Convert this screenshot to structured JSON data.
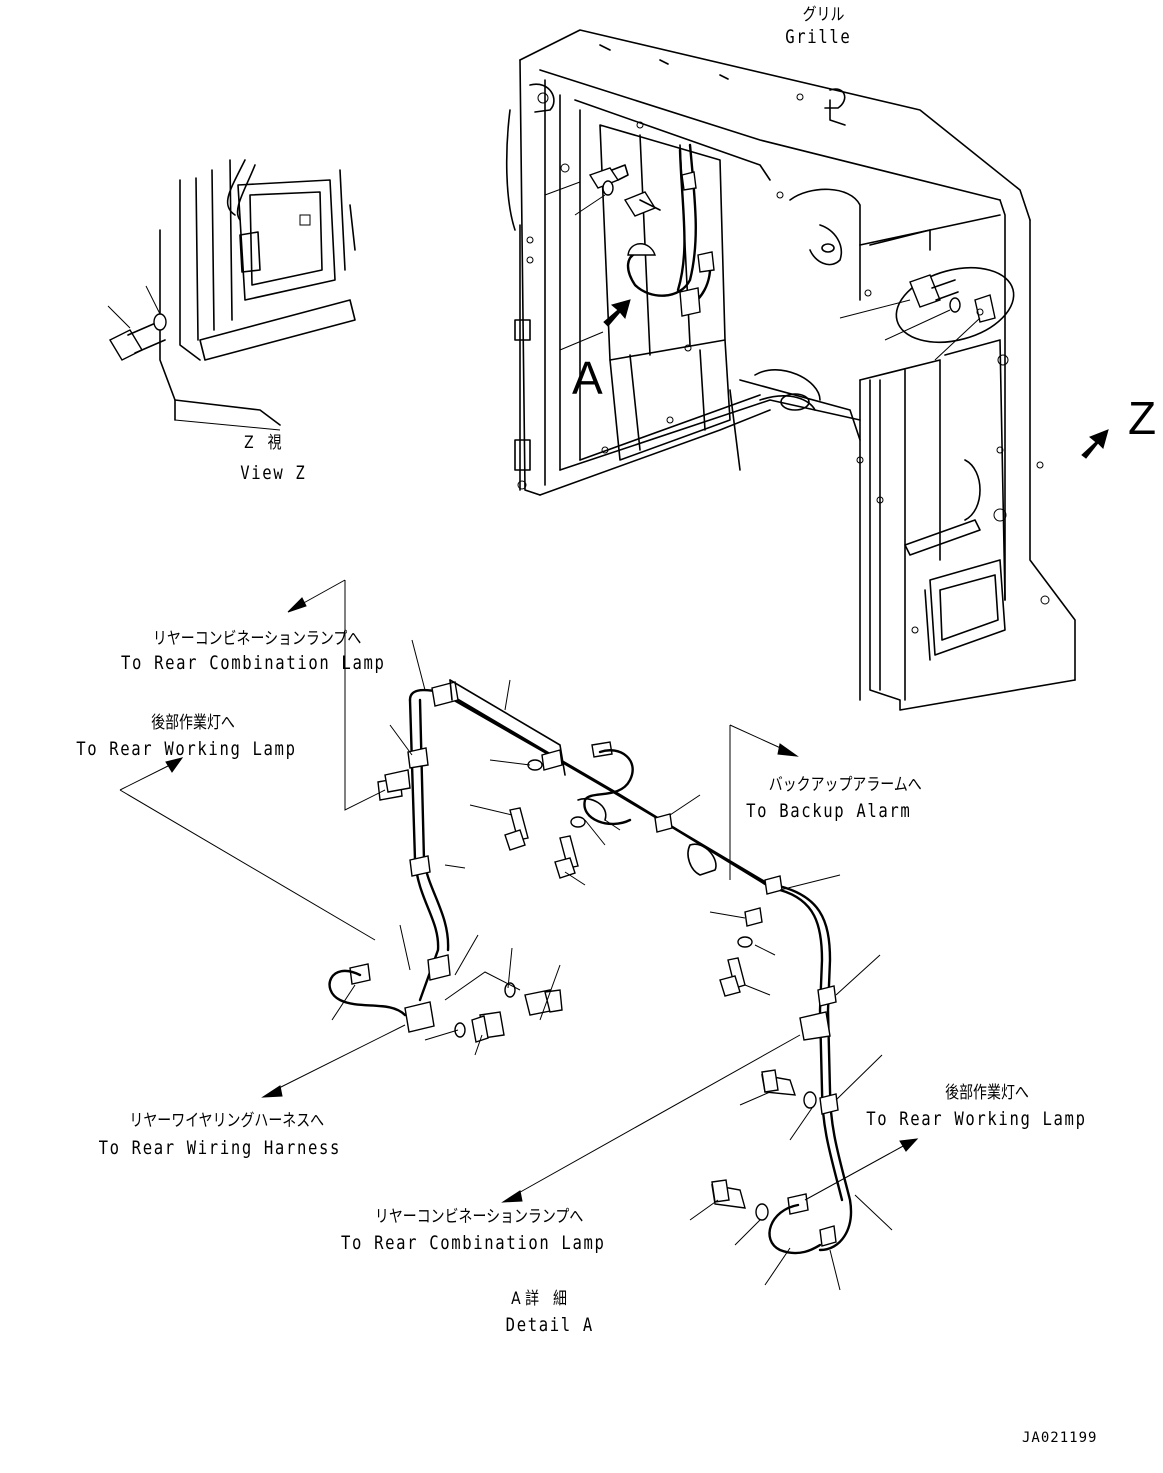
{
  "labels": {
    "grille_jp": "グリル",
    "grille_en": "Grille",
    "view_z_jp": "Z　視",
    "view_z_en": "View Z",
    "callout_a": "A",
    "callout_z": "Z",
    "rear_combo_top_jp": "リヤーコンビネーションランプへ",
    "rear_combo_top_en": "To Rear Combination Lamp",
    "rear_work_left_jp": "後部作業灯へ",
    "rear_work_left_en": "To Rear Working Lamp",
    "backup_jp": "バックアップアラームへ",
    "backup_en": "To Backup Alarm",
    "rear_wiring_jp": "リヤーワイヤリングハーネスへ",
    "rear_wiring_en": "To Rear Wiring Harness",
    "rear_work_right_jp": "後部作業灯へ",
    "rear_work_right_en": "To Rear Working Lamp",
    "rear_combo_bottom_jp": "リヤーコンビネーションランプへ",
    "rear_combo_bottom_en": "To Rear Combination Lamp",
    "detail_a_jp": "A 詳　細",
    "detail_a_en": "Detail A",
    "drawing_number": "JA021199"
  }
}
